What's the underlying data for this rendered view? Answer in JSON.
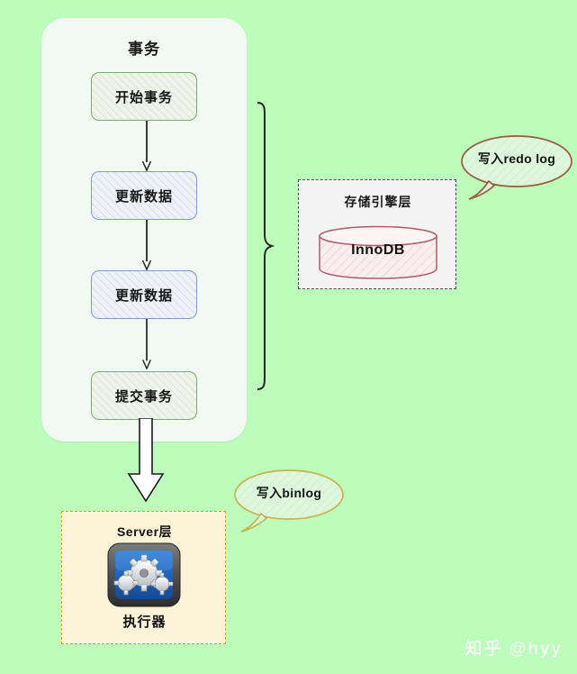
{
  "page": {
    "background_color": "#bcfdbc",
    "watermark": "知乎 @hyy"
  },
  "transaction": {
    "title": "事务",
    "container_color": "#f2f8f2",
    "steps": [
      {
        "label": "开始事务",
        "style": "green"
      },
      {
        "label": "更新数据",
        "style": "blue"
      },
      {
        "label": "更新数据",
        "style": "blue"
      },
      {
        "label": "提交事务",
        "style": "green"
      }
    ]
  },
  "storage_engine": {
    "title": "存储引擎层",
    "engine_name": "InnoDB",
    "border_color": "#4a4a4a",
    "cylinder_color": "#b05a68"
  },
  "server_layer": {
    "title": "Server层",
    "caption": "执行器",
    "icon": "gears-icon",
    "border_color": "#c9a227",
    "background_color": "#fdf3d8"
  },
  "annotations": {
    "redo_log": "写入redo log",
    "binlog": "写入binlog",
    "redo_bubble_color": "#9c5a3c",
    "binlog_bubble_color": "#c9b24a"
  }
}
